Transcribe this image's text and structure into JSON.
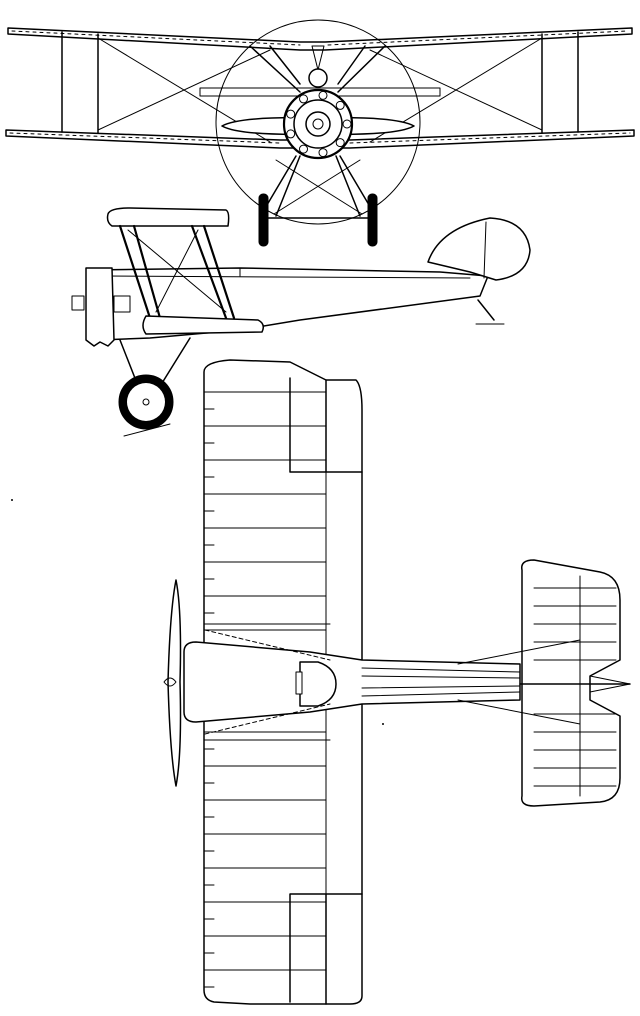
{
  "drawing": {
    "views": [
      {
        "name": "front"
      },
      {
        "name": "side"
      },
      {
        "name": "top"
      }
    ],
    "colors": {
      "line": "#000000",
      "paper": "#ffffff"
    }
  }
}
